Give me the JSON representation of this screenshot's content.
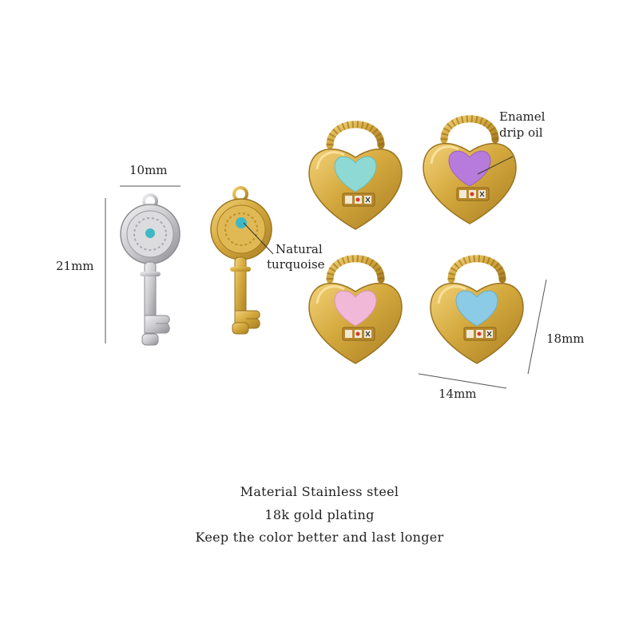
{
  "dimensions": {
    "key_width": "10mm",
    "key_height": "21mm",
    "lock_width": "14mm",
    "lock_height": "18mm"
  },
  "annotations": {
    "stone": [
      "Natural",
      "turquoise"
    ],
    "enamel": [
      "Enamel",
      "drip oil"
    ]
  },
  "caption": {
    "line1": "Material Stainless steel",
    "line2": "18k gold plating",
    "line3": "Keep the color better and last longer"
  },
  "colors": {
    "gold": "#d4a93e",
    "silver": "#c9c9cc",
    "turquoise": "#3fb8c4",
    "enamel_mint": "#8fd9d4",
    "enamel_purple": "#b77bdc",
    "enamel_pink": "#f2b8d8",
    "enamel_blue": "#8ccbe6"
  }
}
